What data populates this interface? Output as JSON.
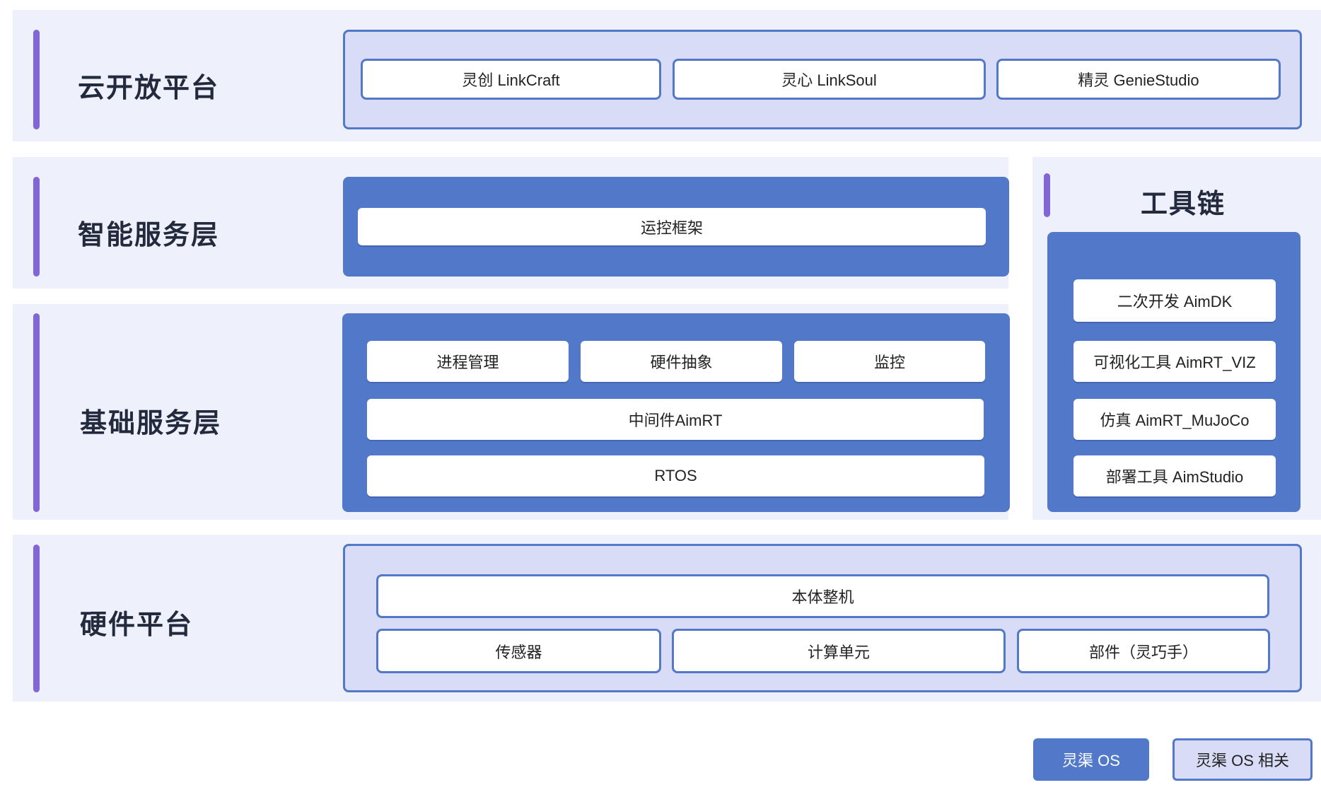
{
  "layers": {
    "cloud": {
      "title": "云开放平台",
      "items": [
        "灵创 LinkCraft",
        "灵心 LinkSoul",
        "精灵 GenieStudio"
      ]
    },
    "intelligent": {
      "title": "智能服务层",
      "items": [
        "运控框架"
      ]
    },
    "basic": {
      "title": "基础服务层",
      "items": [
        "进程管理",
        "硬件抽象",
        "监控",
        "中间件AimRT",
        "RTOS"
      ]
    },
    "hardware": {
      "title": "硬件平台",
      "items": [
        "本体整机",
        "传感器",
        "计算单元",
        "部件（灵巧手）"
      ]
    }
  },
  "toolchain": {
    "title": "工具链",
    "items": [
      "二次开发 AimDK",
      "可视化工具 AimRT_VIZ",
      "仿真 AimRT_MuJoCo",
      "部署工具 AimStudio"
    ]
  },
  "legend": {
    "os": "灵渠 OS",
    "os_related": "灵渠 OS 相关"
  },
  "colors": {
    "accent": "#8066d6",
    "os_fill": "#5279c9",
    "related_fill": "#d8dcf6",
    "band": "#eef1fb"
  }
}
